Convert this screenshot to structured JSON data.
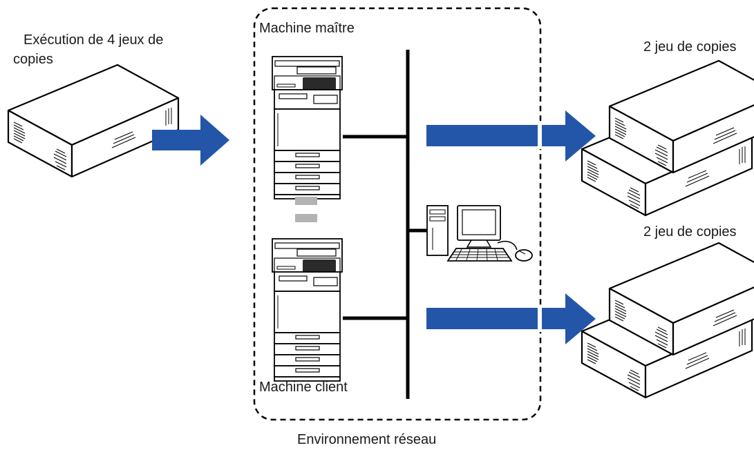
{
  "labels": {
    "source_line1": "Exécution de 4 jeux de",
    "source_line2": "copies",
    "master": "Machine maître",
    "client": "Machine client",
    "network": "Environnement réseau",
    "output_top": "2 jeu de copies",
    "output_bottom": "2 jeu de copies"
  },
  "colors": {
    "arrow": "#2356a8",
    "line": "#000000",
    "gap": "#b3b3b3"
  },
  "icons": {
    "source_stack": "paper-stack-icon",
    "master_machine": "multifunction-printer-icon",
    "client_machine": "multifunction-printer-icon",
    "computer": "desktop-computer-icon",
    "outputs": "paper-stacks-icon"
  }
}
